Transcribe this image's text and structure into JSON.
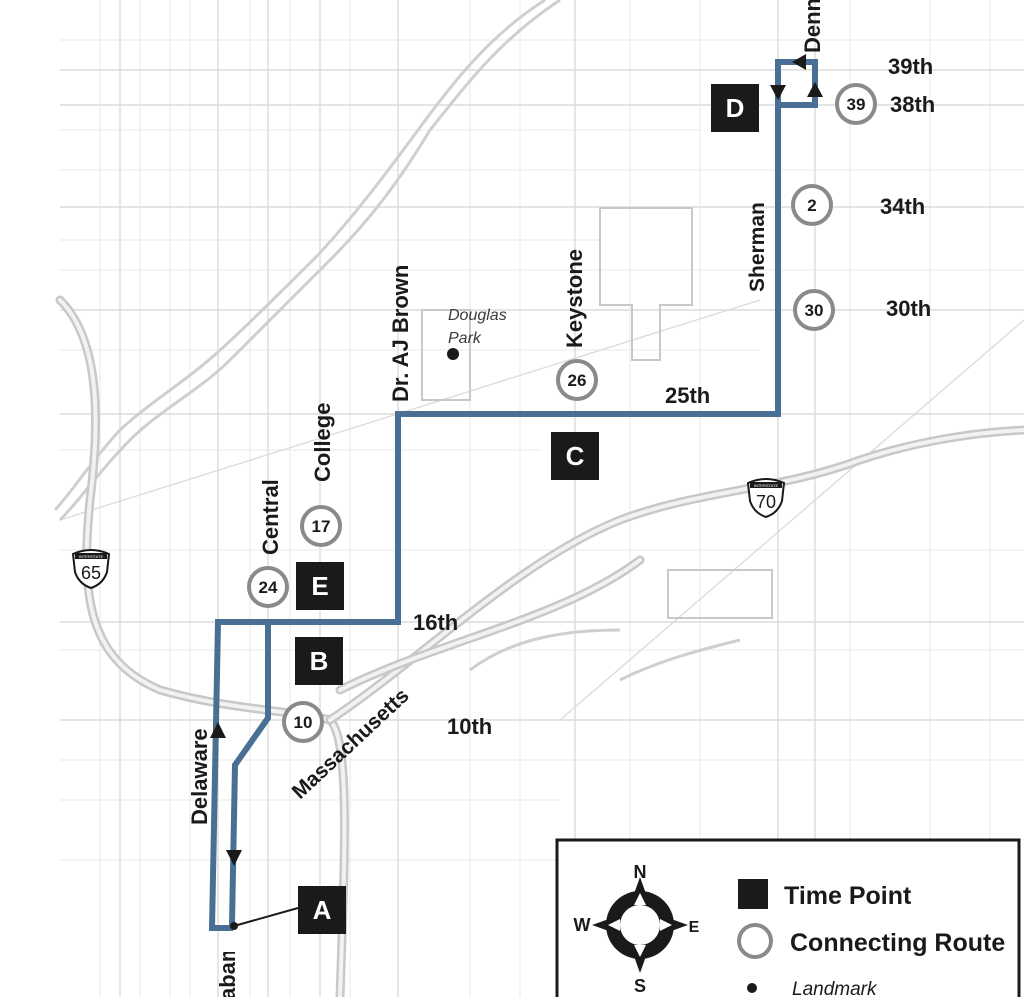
{
  "streets": {
    "s39th": "39th",
    "s38th": "38th",
    "s34th": "34th",
    "s30th": "30th",
    "s25th": "25th",
    "s16th": "16th",
    "s10th": "10th",
    "sherman": "Sherman",
    "keystone": "Keystone",
    "ajbrown": "Dr. AJ Brown",
    "college": "College",
    "central": "Central",
    "delaware": "Delaware",
    "massachusetts": "Massachusetts",
    "denny": "Denny",
    "alabama": "Alabama"
  },
  "landmark": {
    "name_line1": "Douglas",
    "name_line2": "Park"
  },
  "time_points": [
    "A",
    "B",
    "C",
    "D",
    "E"
  ],
  "connecting_routes": [
    "39",
    "2",
    "30",
    "26",
    "17",
    "24",
    "10"
  ],
  "interstates": {
    "i70": "70",
    "i65": "65",
    "shield_caption": "INTERSTATE"
  },
  "compass": {
    "n": "N",
    "s": "S",
    "e": "E",
    "w": "W"
  },
  "legend": {
    "time_point": "Time Point",
    "connecting_route": "Connecting Route",
    "landmark": "Landmark"
  },
  "colors": {
    "route": "#4a6f94",
    "time_point": "#1a1a1a",
    "connecting_ring": "#8a8a8a"
  }
}
